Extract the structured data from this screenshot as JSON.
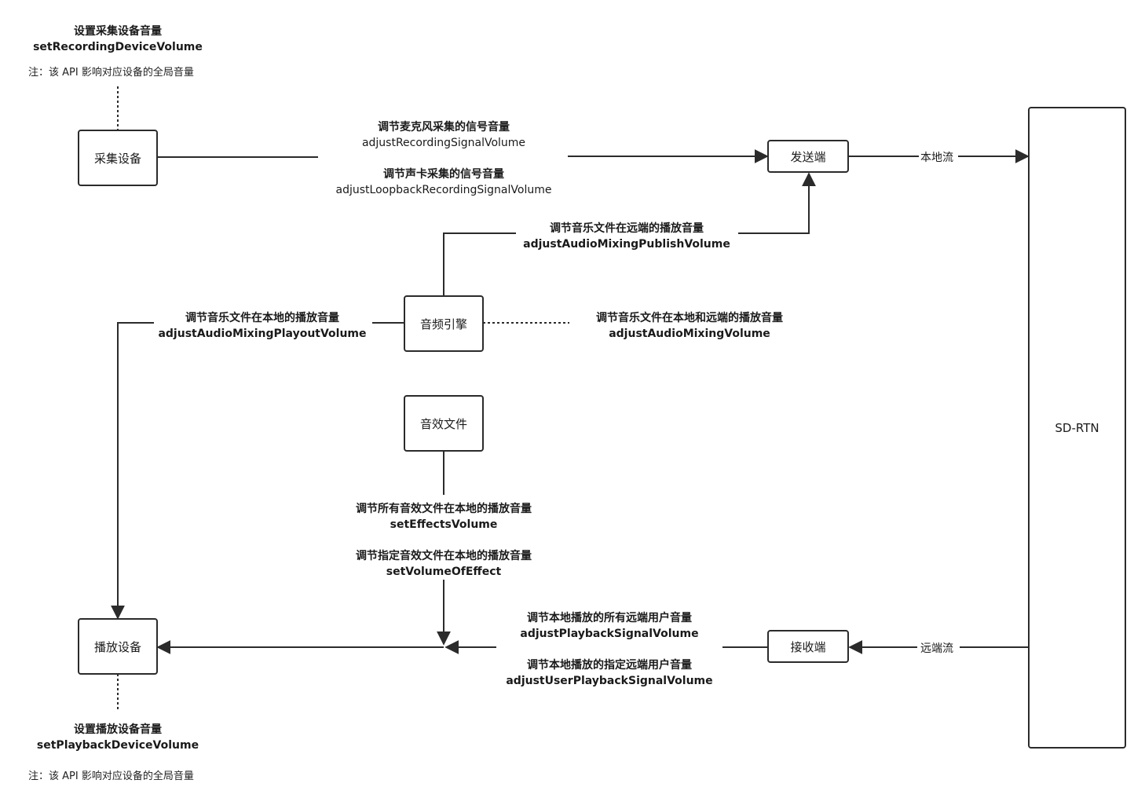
{
  "nodes": {
    "capture": "采集设备",
    "sender": "发送端",
    "engine": "音频引擎",
    "effects": "音效文件",
    "playback": "播放设备",
    "receiver": "接收端",
    "sdrtn": "SD-RTN"
  },
  "labels": {
    "recording_device": {
      "cn": "设置采集设备音量",
      "en": "setRecordingDeviceVolume",
      "note": "注：该 API 影响对应设备的全局音量"
    },
    "recording_signal": {
      "cn": "调节麦克风采集的信号音量",
      "en": "adjustRecordingSignalVolume"
    },
    "loopback_signal": {
      "cn": "调节声卡采集的信号音量",
      "en": "adjustLoopbackRecordingSignalVolume"
    },
    "mixing_publish": {
      "cn": "调节音乐文件在远端的播放音量",
      "en": "adjustAudioMixingPublishVolume"
    },
    "mixing_playout": {
      "cn": "调节音乐文件在本地的播放音量",
      "en": "adjustAudioMixingPlayoutVolume"
    },
    "mixing_volume": {
      "cn": "调节音乐文件在本地和远端的播放音量",
      "en": "adjustAudioMixingVolume"
    },
    "effects_volume": {
      "cn": "调节所有音效文件在本地的播放音量",
      "en": "setEffectsVolume"
    },
    "volume_of_effect": {
      "cn": "调节指定音效文件在本地的播放音量",
      "en": "setVolumeOfEffect"
    },
    "playback_signal": {
      "cn": "调节本地播放的所有远端用户音量",
      "en": "adjustPlaybackSignalVolume"
    },
    "user_playback_signal": {
      "cn": "调节本地播放的指定远端用户音量",
      "en": "adjustUserPlaybackSignalVolume"
    },
    "playback_device": {
      "cn": "设置播放设备音量",
      "en": "setPlaybackDeviceVolume",
      "note": "注：该 API 影响对应设备的全局音量"
    }
  },
  "edges": {
    "local_stream": "本地流",
    "remote_stream": "远端流"
  }
}
